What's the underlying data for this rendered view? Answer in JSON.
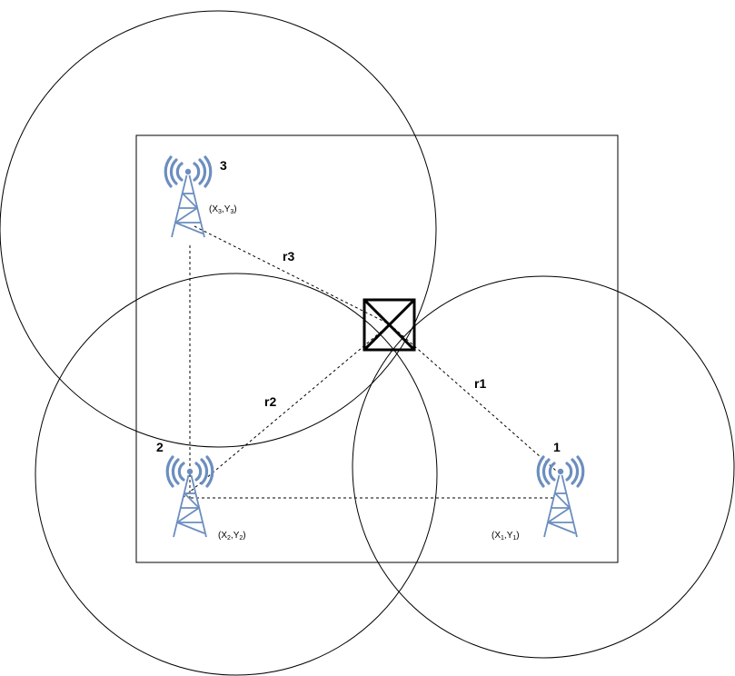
{
  "colors": {
    "tower": "#6C8EBF",
    "stroke": "#000000",
    "background": "#FFFFFF"
  },
  "towers": [
    {
      "id": "1",
      "number": "1",
      "icon": "cell-tower-icon",
      "coord_x": "X",
      "coord_x_sub": "1",
      "coord_y": "Y",
      "coord_y_sub": "1",
      "distance_label": "r1"
    },
    {
      "id": "2",
      "number": "2",
      "icon": "cell-tower-icon",
      "coord_x": "X",
      "coord_x_sub": "2",
      "coord_y": "Y",
      "coord_y_sub": "2",
      "distance_label": "r2"
    },
    {
      "id": "3",
      "number": "3",
      "icon": "cell-tower-icon",
      "coord_x": "X",
      "coord_x_sub": "3",
      "coord_y": "Y",
      "coord_y_sub": "3",
      "distance_label": "r3"
    }
  ],
  "target": {
    "icon": "crossed-box-icon"
  }
}
